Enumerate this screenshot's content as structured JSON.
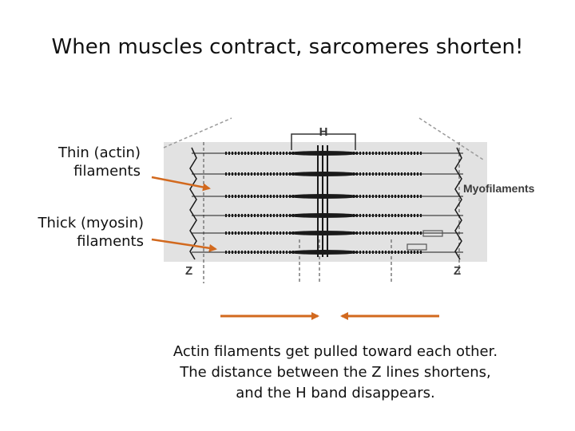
{
  "title": "When muscles contract, sarcomeres shorten!",
  "labels": {
    "thin": [
      "Thin (actin)",
      "filaments"
    ],
    "thick": [
      "Thick (myosin)",
      "filaments"
    ]
  },
  "diagram": {
    "h_band": "H",
    "z_left": "Z",
    "z_right": "Z",
    "myofilaments": "Myofilaments"
  },
  "caption": [
    "Actin filaments get pulled toward each other.",
    "The distance between the Z lines shortens,",
    "and the H band disappears."
  ],
  "colors": {
    "arrow": "#d2691e",
    "panel": "#e2e2e2",
    "filament": "#1a1a1a"
  }
}
